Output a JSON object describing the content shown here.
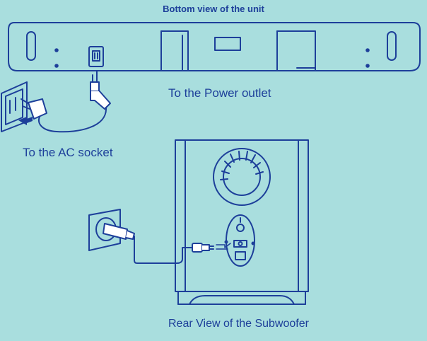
{
  "labels": {
    "bottom_view": "Bottom view of the unit",
    "power_outlet": "To the Power outlet",
    "ac_socket": "To the AC socket",
    "rear_view": "Rear View of the Subwoofer"
  },
  "colors": {
    "background": "#a9dede",
    "line": "#1d3f9a",
    "fill_white": "#ffffff"
  },
  "icons": [
    "wall-outlet-icon",
    "power-plug-icon",
    "l-shaped-connector-icon",
    "arrow-left-icon",
    "round-wall-socket-icon"
  ]
}
